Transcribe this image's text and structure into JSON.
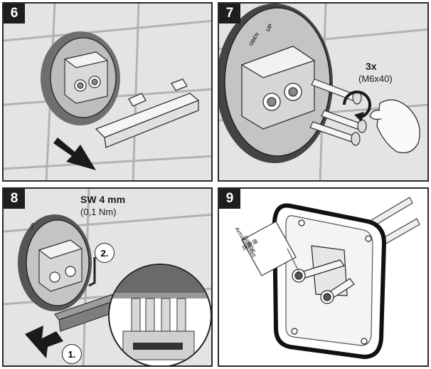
{
  "panels": [
    {
      "number": "6"
    },
    {
      "number": "7",
      "screw_count": "3x",
      "screw_spec": "(M6x40)",
      "casting_labels": [
        "UP",
        "OBEN"
      ]
    },
    {
      "number": "8",
      "tool": "SW 4 mm",
      "torque": "(0,1 Nm)",
      "steps": [
        "1.",
        "2."
      ],
      "casting_labels": [
        "UP"
      ]
    },
    {
      "number": "9",
      "tag_lines": [
        "Armaturenfett",
        "Grease",
        "润滑油"
      ]
    }
  ],
  "colors": {
    "badge": "#1e1e1e",
    "tile_grout": "#9a9a9a",
    "wall": "#c8c8c8",
    "arrow": "#1a1a1a"
  },
  "icons": [
    "down-right-arrow-icon",
    "left-arrow-icon",
    "rotation-arrow-icon",
    "hand-icon",
    "grease-tag-icon"
  ]
}
